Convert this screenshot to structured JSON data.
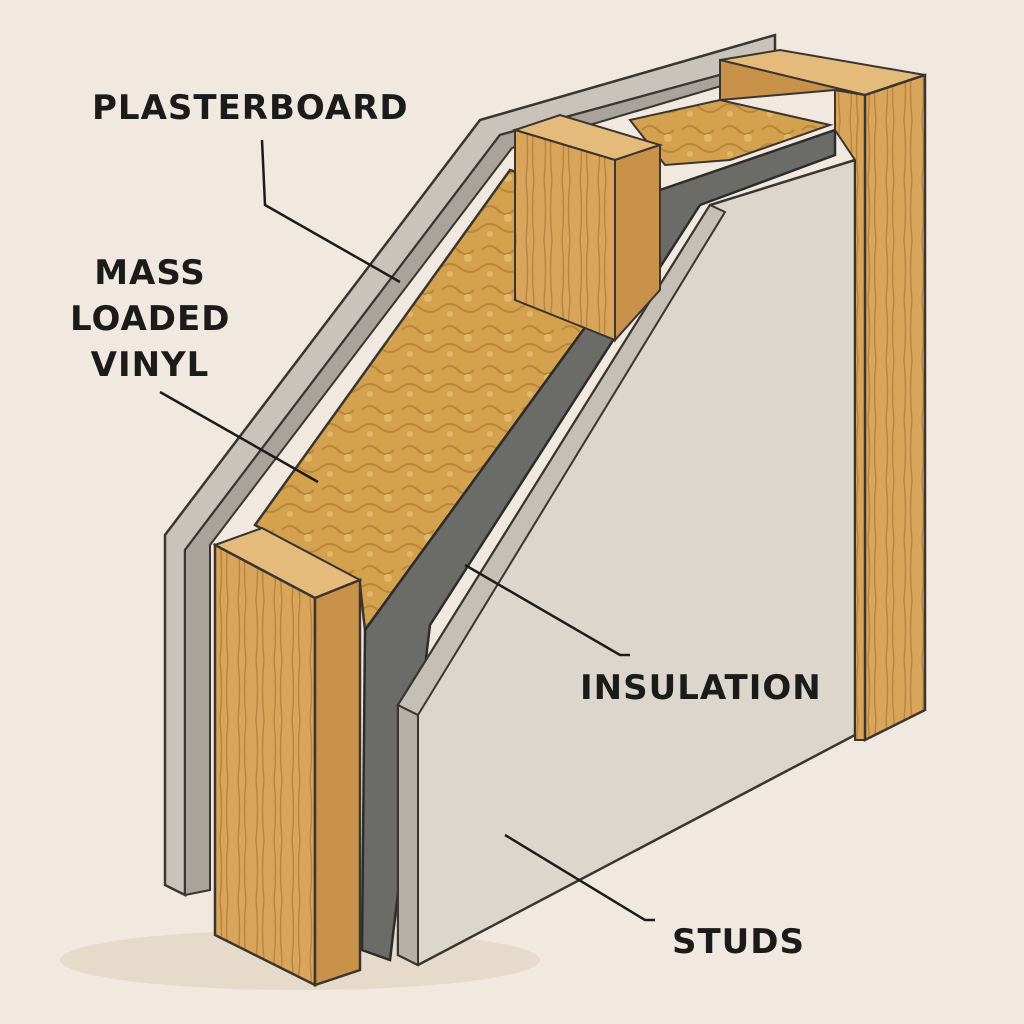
{
  "labels": {
    "plasterboard": "PLASTERBOARD",
    "mass_loaded_vinyl": [
      "MASS",
      "LOADED",
      "VINYL"
    ],
    "insulation": "INSULATION",
    "studs": "STUDS"
  },
  "colors": {
    "background": "#f1e9df",
    "wood": "#d9a55a",
    "wood_dark": "#b8833f",
    "insulation": "#d4a24e",
    "vinyl": "#6b6b68",
    "plasterboard": "#ddd6cc",
    "plasterboard_edge": "#a9a39b",
    "leader_line": "#1b1b1b"
  }
}
